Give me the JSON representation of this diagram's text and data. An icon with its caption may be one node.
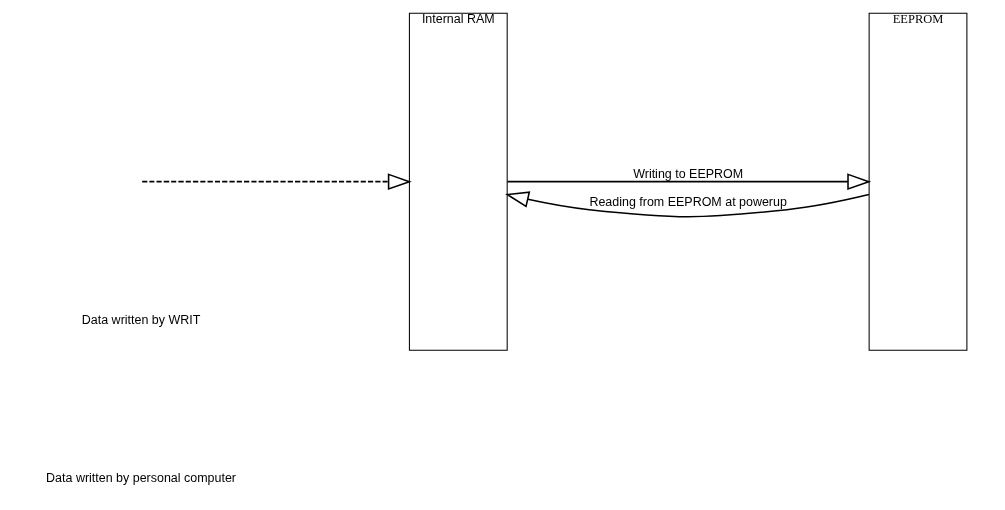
{
  "diagram": {
    "nodes": [
      {
        "text": [
          "Internal RAM"
        ]
      },
      {
        "text": [
          "EEPROM"
        ]
      }
    ],
    "edges": [
      {
        "from": null,
        "to": 0,
        "arrow": "to",
        "style": "dashed"
      },
      {
        "from": 0,
        "to": 1,
        "arrow": "to",
        "label": "Writing to EEPROM"
      },
      {
        "from": 1,
        "to": 0,
        "arrow": "to",
        "label": "Reading from EEPROM at powerup"
      }
    ],
    "labels": [
      "Data written by WRIT",
      "Data written by personal computer"
    ]
  }
}
